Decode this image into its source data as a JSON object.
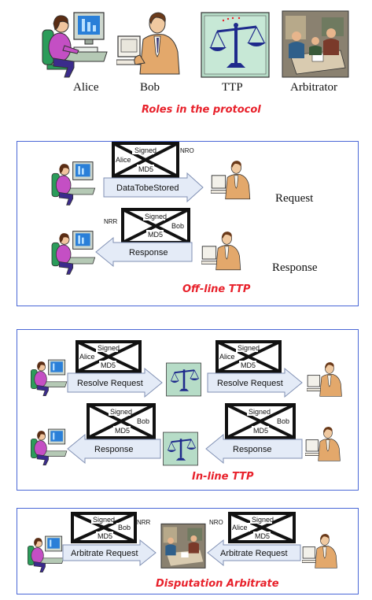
{
  "roles": {
    "alice": "Alice",
    "bob": "Bob",
    "ttp": "TTP",
    "arbitrator": "Arbitrator",
    "caption": "Roles in the protocol"
  },
  "offline": {
    "caption": "Off-line TTP",
    "request_label": "Request",
    "response_label": "Response",
    "env1": {
      "signed": "Signed",
      "party": "Alice",
      "hash": "MD5"
    },
    "env1_tag": "NRO",
    "arrow1": "DataTobeStored",
    "env2": {
      "signed": "Signed",
      "party": "Bob",
      "hash": "MD5"
    },
    "env2_tag": "NRR",
    "arrow2": "Response"
  },
  "inline": {
    "caption": "In-line TTP",
    "env1": {
      "signed": "Signed",
      "party": "Alice",
      "hash": "MD5"
    },
    "arrow1": "Resolve Request",
    "env2": {
      "signed": "Signed",
      "party": "Alice",
      "hash": "MD5"
    },
    "arrow2": "Resolve Request",
    "env3": {
      "signed": "Signed",
      "party": "Bob",
      "hash": "MD5"
    },
    "arrow3": "Response",
    "env4": {
      "signed": "Signed",
      "party": "Bob",
      "hash": "MD5"
    },
    "arrow4": "Response"
  },
  "arbitration": {
    "caption": "Disputation Arbitrate",
    "env1": {
      "signed": "Signed",
      "party": "Bob",
      "hash": "MD5"
    },
    "env1_tag": "NRR",
    "arrow1": "Arbitrate Request",
    "env2": {
      "signed": "Signed",
      "party": "Alice",
      "hash": "MD5"
    },
    "env2_tag": "NRO",
    "arrow2": "Arbitrate Request"
  },
  "colors": {
    "caption_red": "#e8212b",
    "panel_border": "#4a67d6",
    "arrow_fill": "#e4ebf7",
    "arrow_stroke": "#7f8fb3"
  }
}
